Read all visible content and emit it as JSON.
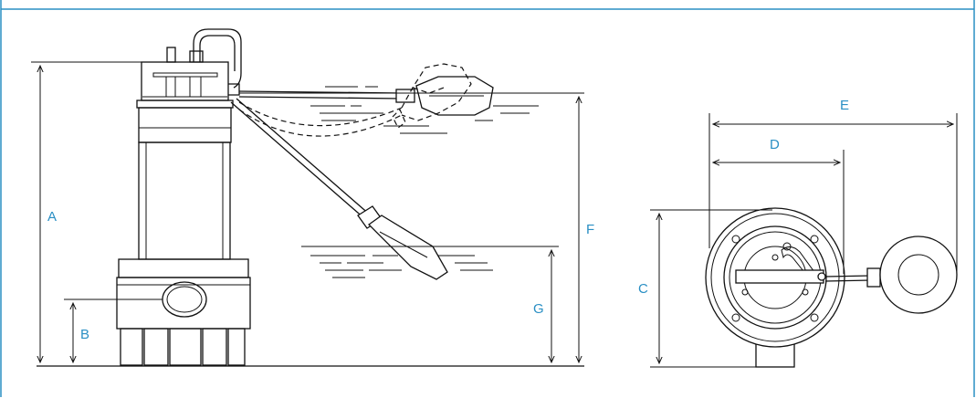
{
  "diagram": {
    "accent_color": "#2a8fc4",
    "line_color": "#111111",
    "dimension_labels": {
      "a": "A",
      "b": "B",
      "c": "C",
      "d": "D",
      "e": "E",
      "f": "F",
      "g": "G"
    }
  }
}
